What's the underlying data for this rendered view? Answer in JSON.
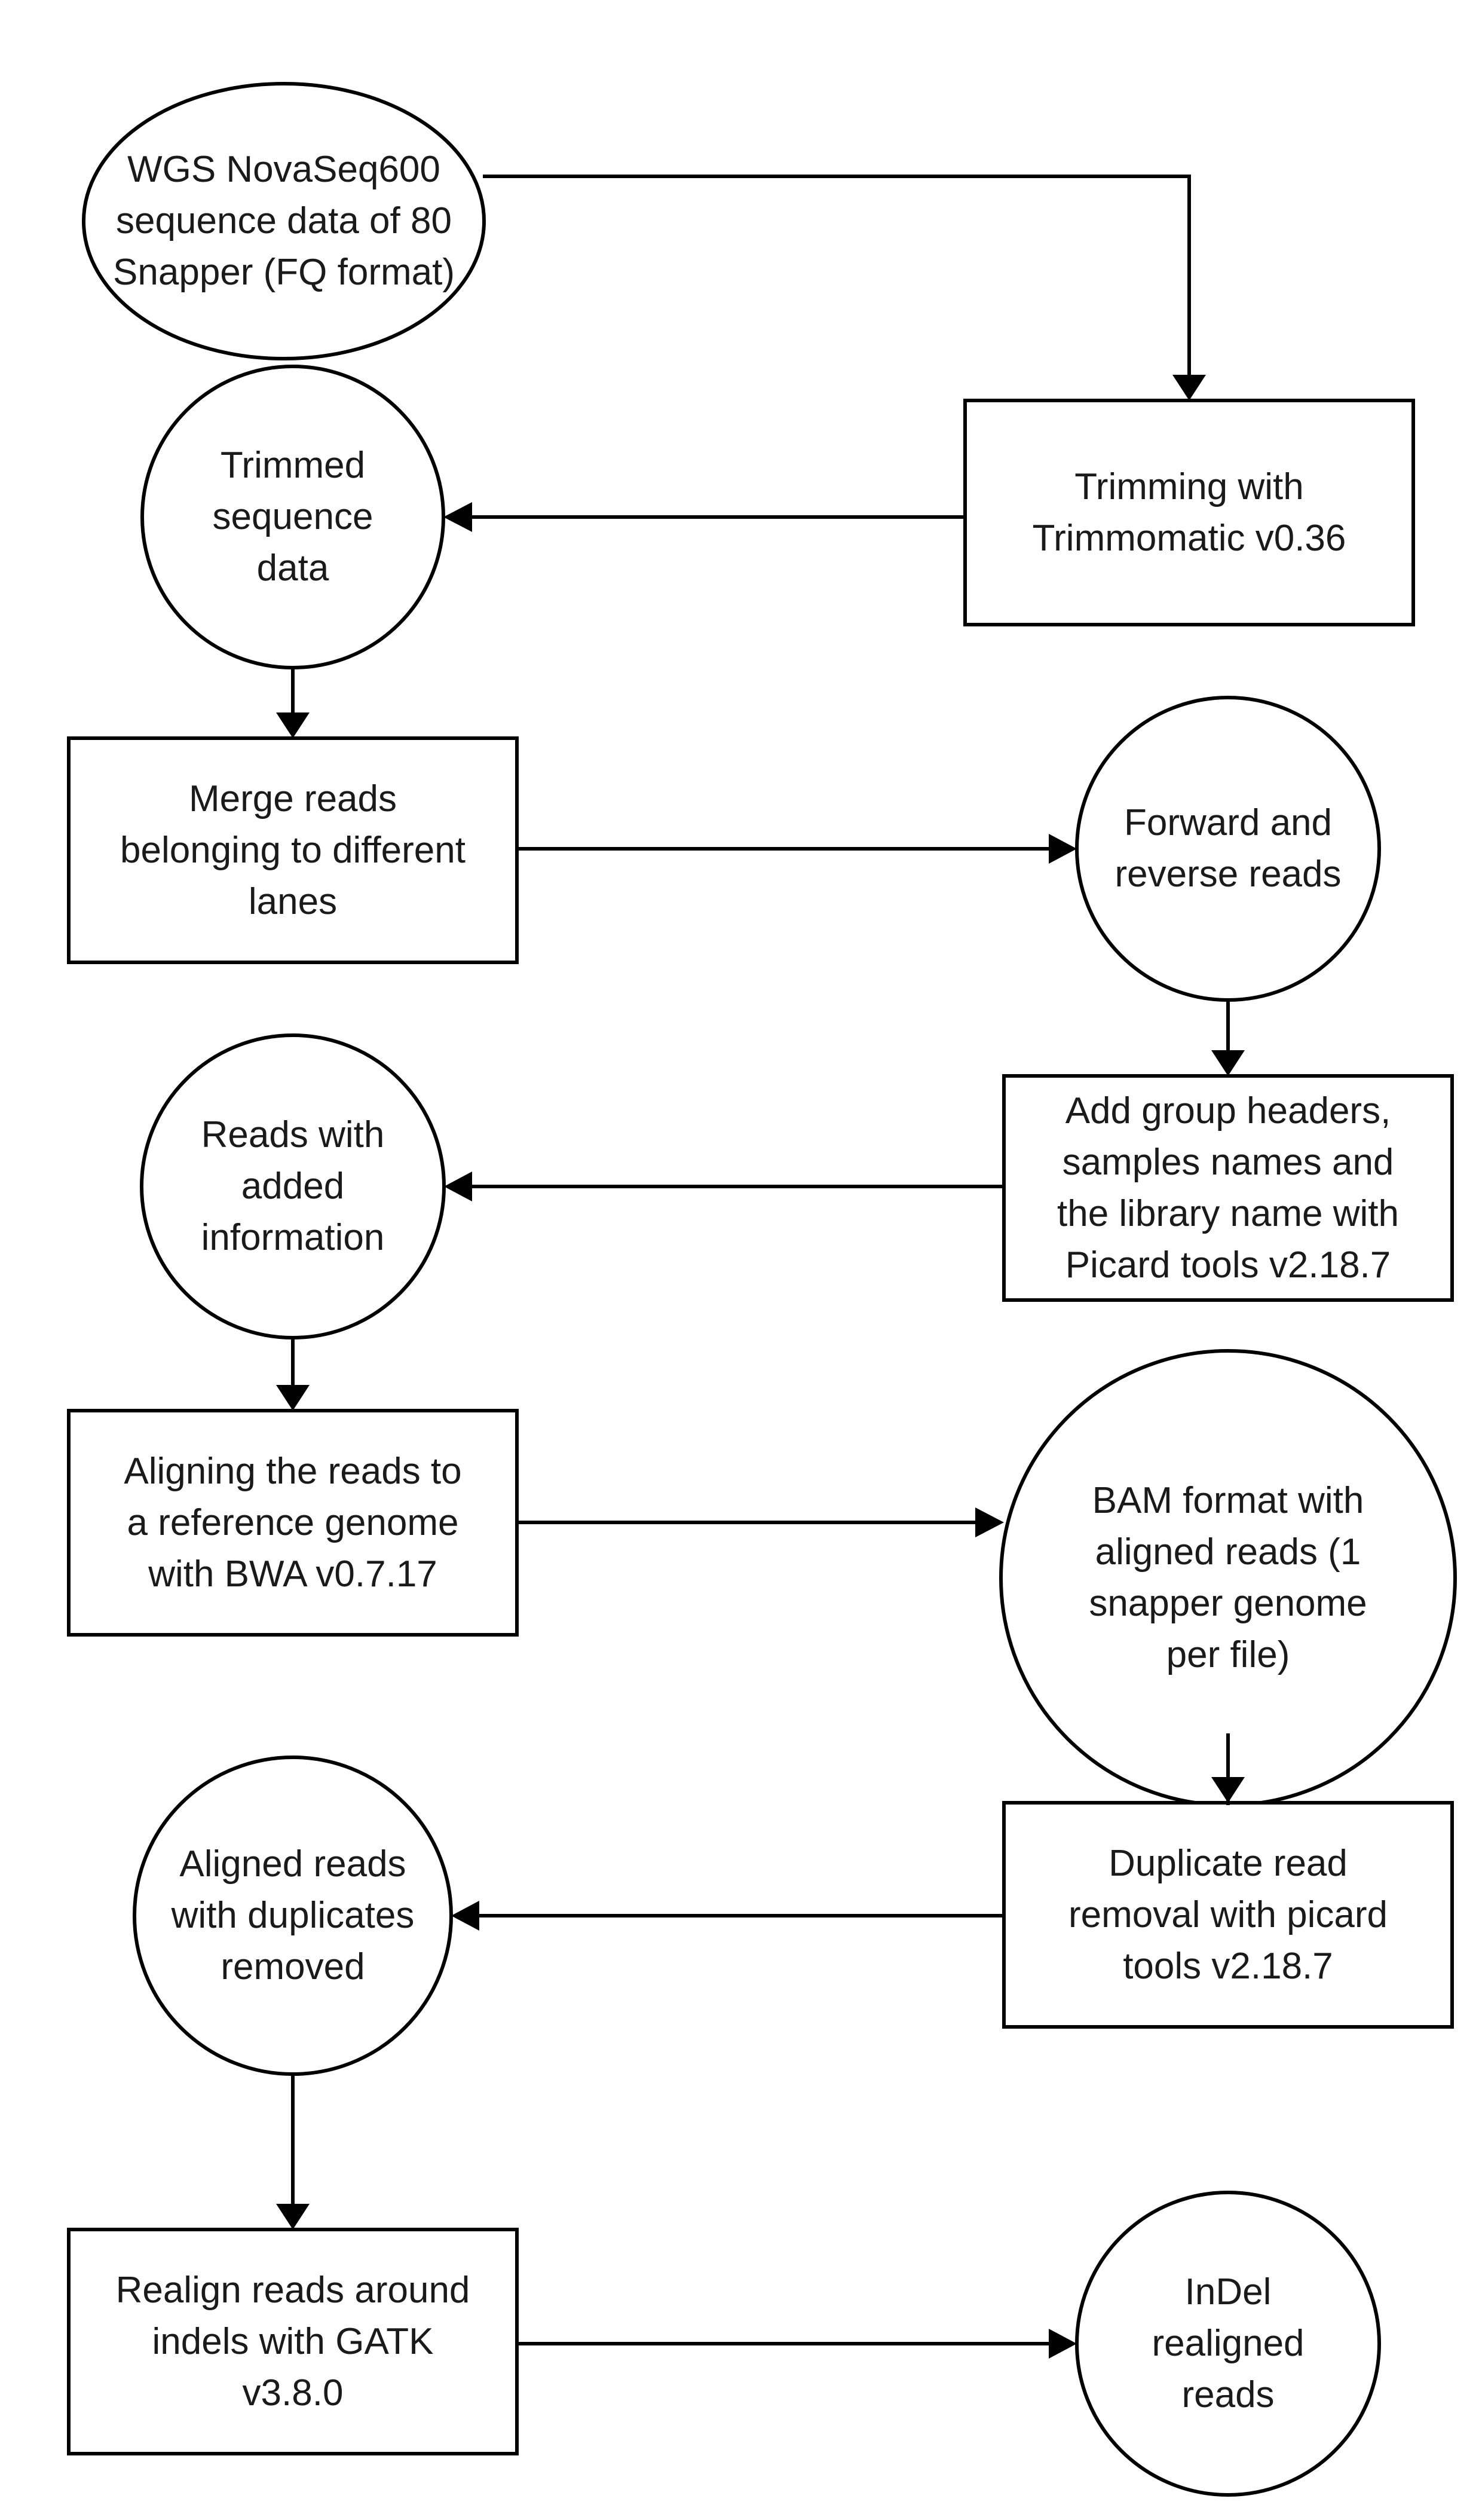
{
  "nodes": {
    "input_data": "WGS NovaSeq600\nsequence data of 80\nSnapper (FQ format)",
    "trimming": "Trimming with\nTrimmomatic v0.36",
    "trimmed_data": "Trimmed\nsequence\ndata",
    "merge_reads": "Merge reads\nbelonging to different\nlanes",
    "forward_reverse": "Forward and\nreverse reads",
    "add_headers": "Add group headers,\nsamples names and\nthe library name with\nPicard tools v2.18.7",
    "reads_added_info": "Reads with\nadded\ninformation",
    "aligning": "Aligning the reads to\na reference genome\nwith BWA v0.7.17",
    "bam_aligned": "BAM format with\naligned reads (1\nsnapper genome\nper file)",
    "duplicate_removal": "Duplicate read\nremoval with picard\ntools v2.18.7",
    "dups_removed": "Aligned reads\nwith duplicates\nremoved",
    "realign_indels": "Realign reads around\nindels with GATK\nv3.8.0",
    "indel_realigned": "InDel\nrealigned\nreads"
  }
}
